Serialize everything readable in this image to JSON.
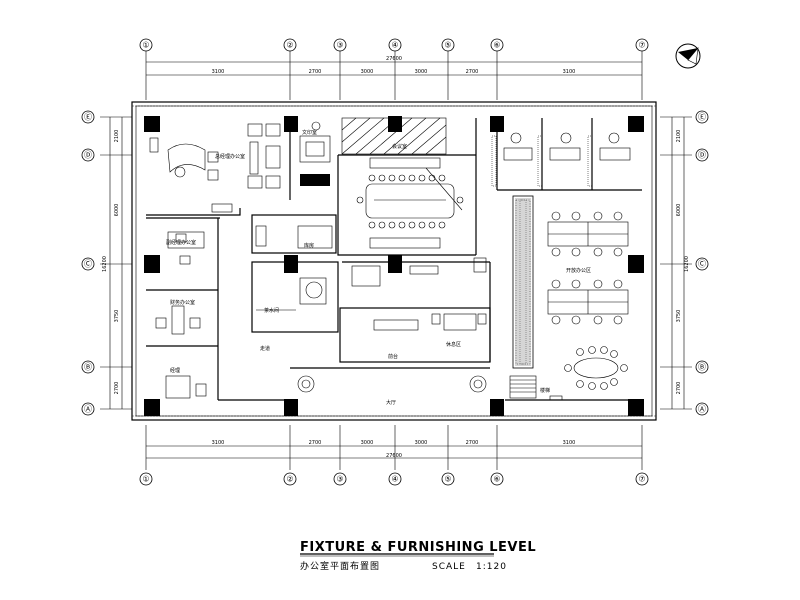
{
  "drawing": {
    "title": "FIXTURE & FURNISHING LEVEL",
    "subtitle": "办公室平面布置图",
    "scale_label": "SCALE",
    "scale_value": "1:120"
  },
  "grid_top": [
    "①",
    "②",
    "③",
    "④",
    "⑤",
    "⑥",
    "⑦"
  ],
  "grid_bottom": [
    "①",
    "②",
    "③",
    "④",
    "⑤",
    "⑥",
    "⑦"
  ],
  "grid_left": [
    "Ⓔ",
    "Ⓓ",
    "Ⓒ",
    "Ⓑ",
    "Ⓐ"
  ],
  "grid_right": [
    "Ⓔ",
    "Ⓓ",
    "Ⓒ",
    "Ⓑ",
    "Ⓐ"
  ],
  "dims_top": [
    "3100",
    "2700",
    "3000",
    "3000",
    "2700",
    "3100"
  ],
  "dims_top_total": "27600",
  "dims_bottom": [
    "3100",
    "2700",
    "3000",
    "3000",
    "2700",
    "3100"
  ],
  "dims_bottom_total": "27600",
  "dims_left": [
    "2100",
    "6000",
    "3750",
    "2700"
  ],
  "dims_left_total": "16200",
  "dims_right": [
    "2100",
    "6000",
    "3750",
    "2700"
  ],
  "dims_right_total": "16200",
  "rooms": {
    "manager": "总经理办公室",
    "meeting": "会议室",
    "office_a": "副经理办公室",
    "office_b": "财务办公室",
    "office_c": "经理",
    "open_office": "开放办公区",
    "reception": "前台",
    "lobby": "大厅",
    "corridor": "走道",
    "pantry": "茶水间",
    "storage": "库房",
    "printing": "文印室",
    "rest": "休息区",
    "stair": "楼梯"
  }
}
